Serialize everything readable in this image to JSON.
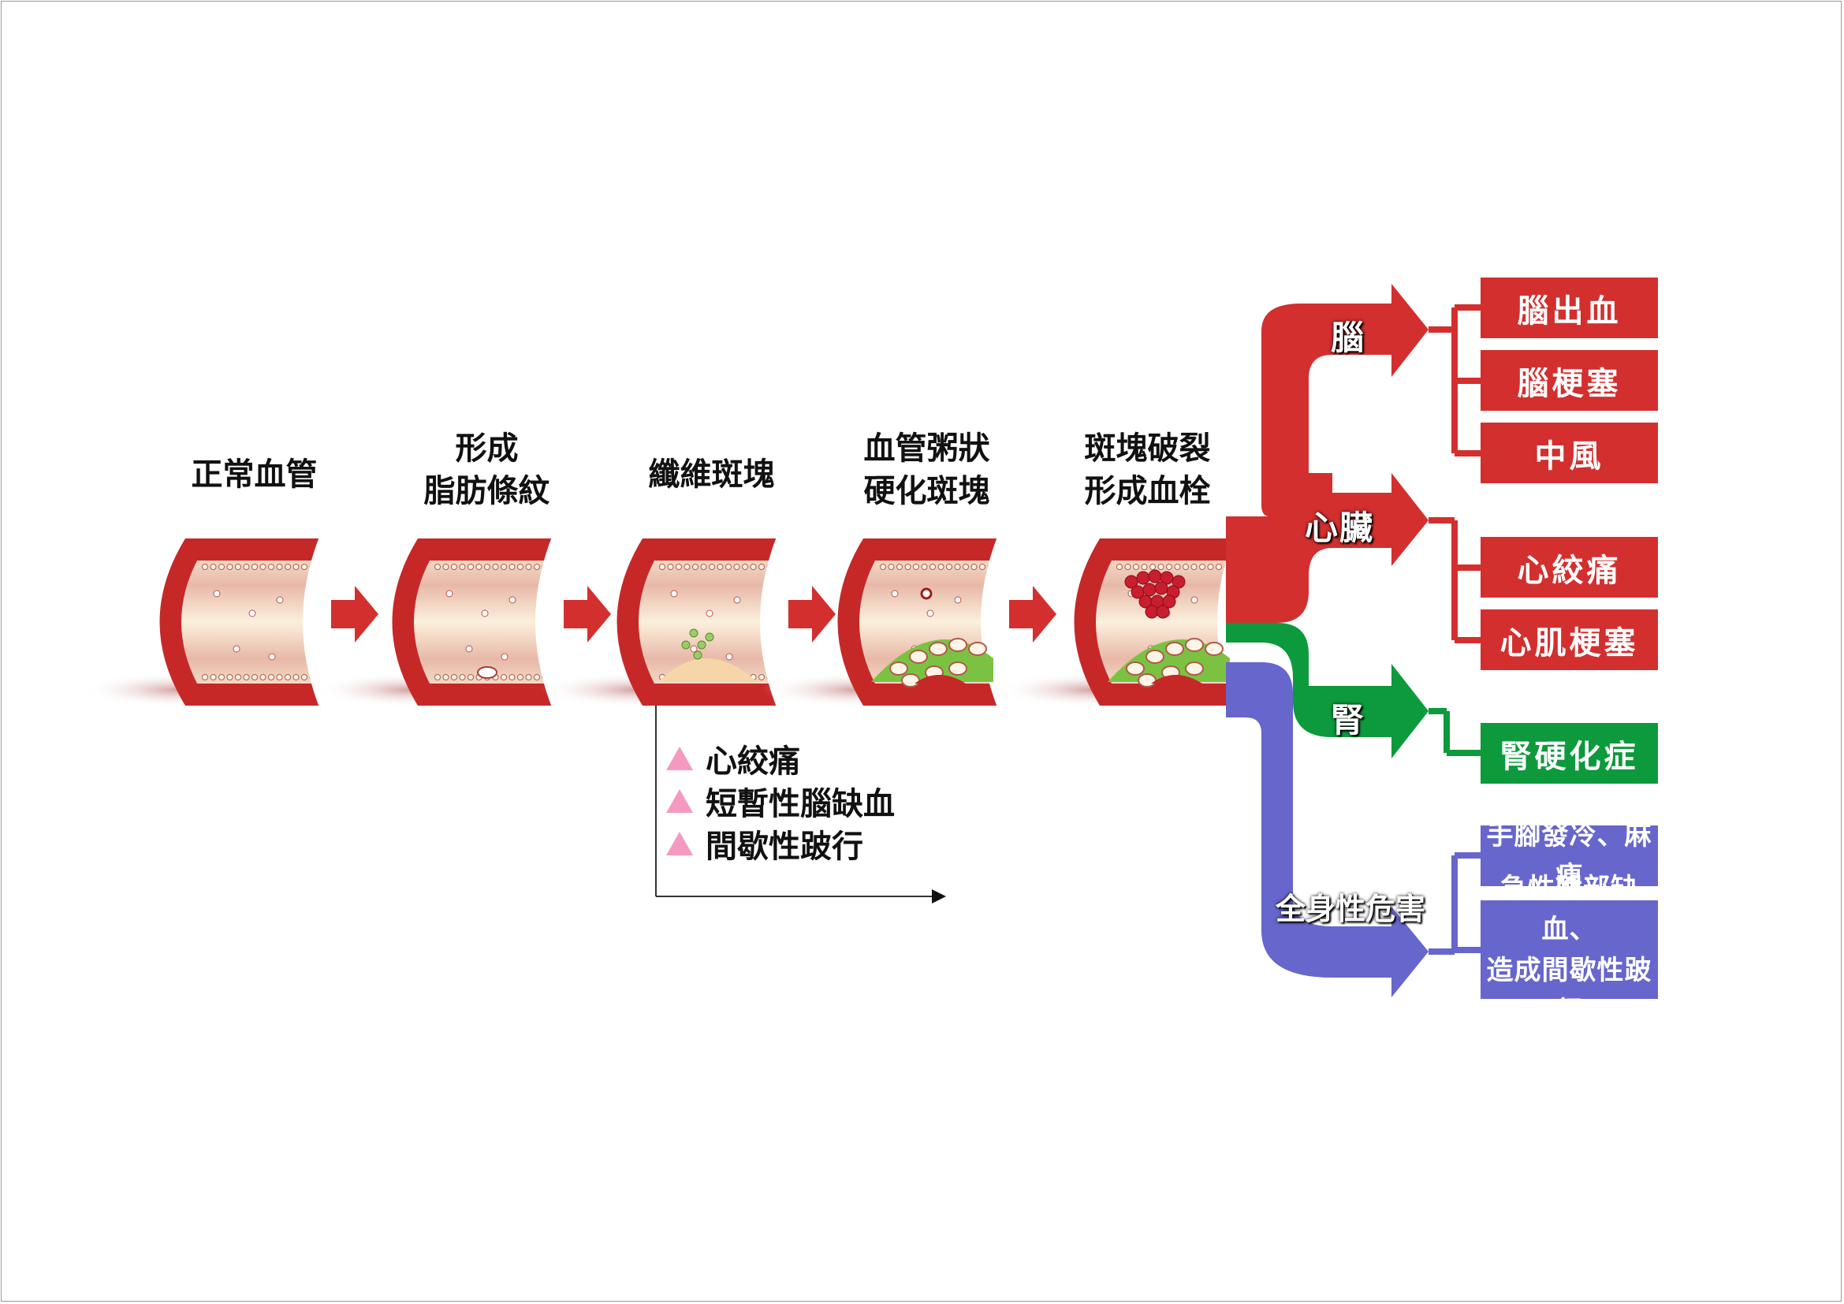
{
  "stages": [
    {
      "lines": [
        "正常血管"
      ]
    },
    {
      "lines": [
        "形成",
        "脂肪條紋"
      ]
    },
    {
      "lines": [
        "纖維斑塊"
      ]
    },
    {
      "lines": [
        "血管粥狀",
        "硬化斑塊"
      ]
    },
    {
      "lines": [
        "斑塊破裂",
        "形成血栓"
      ]
    }
  ],
  "symptoms": [
    "心絞痛",
    "短暫性腦缺血",
    "間歇性跛行"
  ],
  "organs": {
    "brain": {
      "label": "腦",
      "outcomes": [
        "腦出血",
        "腦梗塞",
        "中風"
      ]
    },
    "heart": {
      "label": "心臟",
      "outcomes": [
        "心絞痛",
        "心肌梗塞"
      ]
    },
    "kidney": {
      "label": "腎",
      "outcomes": [
        "腎硬化症"
      ]
    },
    "body": {
      "label": "全身性危害",
      "outcomes": [
        [
          "手腳發冷、麻痺"
        ],
        [
          "急性腿部缺血、",
          "造成間歇性跛行"
        ]
      ]
    }
  },
  "colors": {
    "red": "#d32f2f",
    "green": "#0c9a3c",
    "blue": "#6666cc",
    "pink": "#f49ac1"
  }
}
